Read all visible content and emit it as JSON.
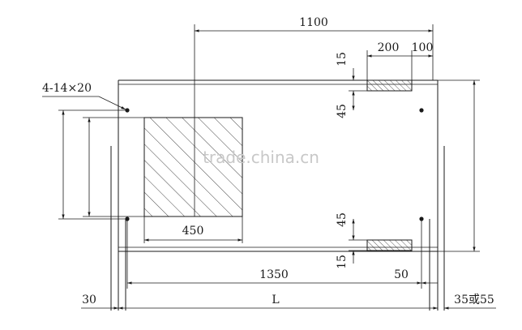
{
  "dimensions": {
    "top_span": "1100",
    "slot_width": "200",
    "slot_offset": "100",
    "upper_slot_depth": "15",
    "upper_slot_gap": "45",
    "lower_slot_gap": "45",
    "lower_slot_depth": "15",
    "hole_spec": "4-14×20",
    "hatched_width": "450",
    "bottom_span": "1350",
    "right_offset": "50",
    "left_margin": "30",
    "length": "L",
    "right_margin": "35或55"
  },
  "watermark": "trade.china.cn"
}
